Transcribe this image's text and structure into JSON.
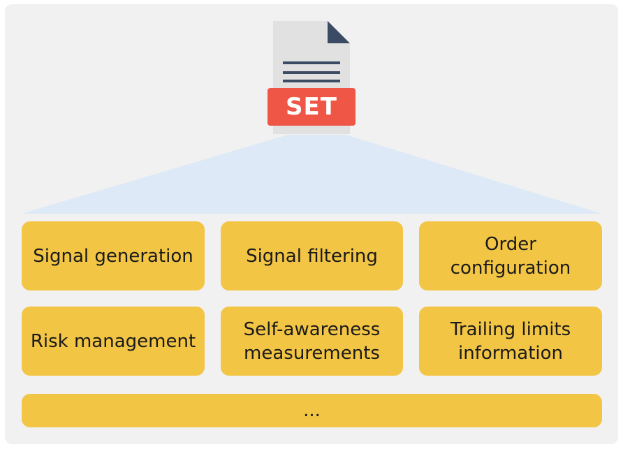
{
  "icon": {
    "name": "set-file-icon",
    "label": "SET",
    "colors": {
      "page": "#e1e1e1",
      "corner": "#3c4b64",
      "lines": "#3c4b64",
      "badge": "#ef5645"
    }
  },
  "fan_color": "#dde9f6",
  "box_color": "#f3c545",
  "items": [
    "Signal generation",
    "Signal filtering",
    "Order configuration",
    "Risk management",
    "Self-awareness measurements",
    "Trailing limits information"
  ],
  "more_label": "..."
}
